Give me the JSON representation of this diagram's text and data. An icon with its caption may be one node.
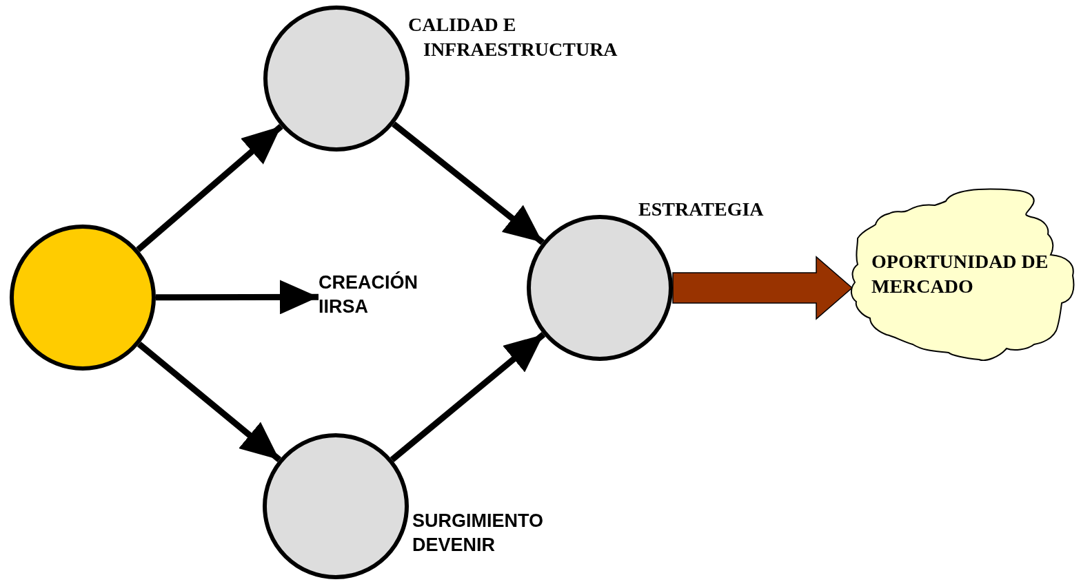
{
  "diagram": {
    "nodes": [
      {
        "text": [],
        "shape": "circle"
      },
      {
        "text": [
          "CALIDAD E INFRAESTRUCTURA"
        ]
      },
      {
        "text": [
          "CREACIÓN IIRSA"
        ]
      },
      {
        "text": [
          "ESTRATEGIA"
        ]
      },
      {
        "text": [
          "SURGIMIENTO DEVENIR"
        ]
      },
      {
        "text": [
          "OPORTUNIDAD DE MERCADO"
        ]
      }
    ],
    "edges": [
      {
        "from": 0,
        "to": 1,
        "arrow": "to"
      },
      {
        "from": 0,
        "to": 2,
        "arrow": "to"
      },
      {
        "from": 0,
        "to": 4,
        "arrow": "to"
      },
      {
        "from": 1,
        "to": 3,
        "arrow": "to"
      },
      {
        "from": 4,
        "to": 3,
        "arrow": "to"
      },
      {
        "from": 3,
        "to": 5,
        "arrow": "to",
        "style": "thick",
        "color": "#993300"
      }
    ]
  }
}
